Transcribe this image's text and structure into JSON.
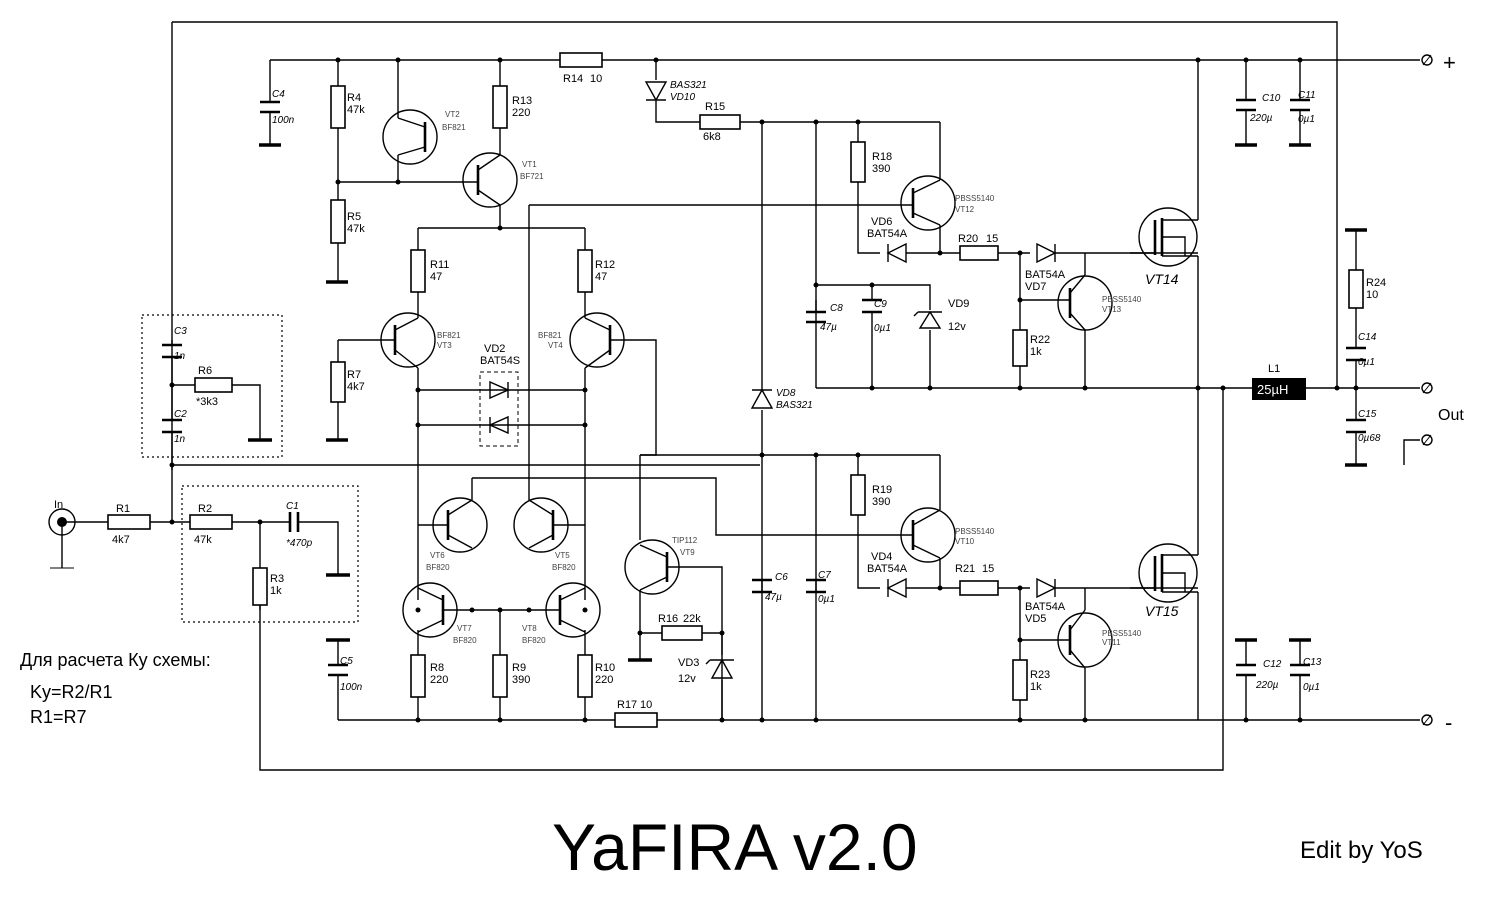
{
  "title": "YaFIRA v2.0",
  "credit": "Edit by YoS",
  "notes": {
    "line1": "Для расчета Ку схемы:",
    "line2": "Ky=R2/R1",
    "line3": "R1=R7"
  },
  "terminals": {
    "plus": "+",
    "minus": "-",
    "out": "Out",
    "in": "In"
  },
  "inductor": {
    "ref": "L1",
    "value": "25µH"
  },
  "components": [
    {
      "ref": "R1",
      "value": "4k7"
    },
    {
      "ref": "R2",
      "value": "47k"
    },
    {
      "ref": "R3",
      "value": "1k"
    },
    {
      "ref": "R4",
      "value": "47k"
    },
    {
      "ref": "R5",
      "value": "47k"
    },
    {
      "ref": "R6",
      "value": "*3k3"
    },
    {
      "ref": "R7",
      "value": "4k7"
    },
    {
      "ref": "R8",
      "value": "220"
    },
    {
      "ref": "R9",
      "value": "390"
    },
    {
      "ref": "R10",
      "value": "220"
    },
    {
      "ref": "R11",
      "value": "47"
    },
    {
      "ref": "R12",
      "value": "47"
    },
    {
      "ref": "R13",
      "value": "220"
    },
    {
      "ref": "R14",
      "value": "10"
    },
    {
      "ref": "R15",
      "value": "6k8"
    },
    {
      "ref": "R16",
      "value": "22k"
    },
    {
      "ref": "R17",
      "value": "10"
    },
    {
      "ref": "R18",
      "value": "390"
    },
    {
      "ref": "R19",
      "value": "390"
    },
    {
      "ref": "R20",
      "value": "15"
    },
    {
      "ref": "R21",
      "value": "15"
    },
    {
      "ref": "R22",
      "value": "1k"
    },
    {
      "ref": "R23",
      "value": "1k"
    },
    {
      "ref": "R24",
      "value": "10"
    },
    {
      "ref": "C1",
      "value": "*470p"
    },
    {
      "ref": "C2",
      "value": "1n"
    },
    {
      "ref": "C3",
      "value": "1n"
    },
    {
      "ref": "C4",
      "value": "100n"
    },
    {
      "ref": "C5",
      "value": "100n"
    },
    {
      "ref": "C6",
      "value": "47µ"
    },
    {
      "ref": "C7",
      "value": "0µ1"
    },
    {
      "ref": "C8",
      "value": "47µ"
    },
    {
      "ref": "C9",
      "value": "0µ1"
    },
    {
      "ref": "C10",
      "value": "220µ"
    },
    {
      "ref": "C11",
      "value": "0µ1"
    },
    {
      "ref": "C12",
      "value": "220µ"
    },
    {
      "ref": "C13",
      "value": "0µ1"
    },
    {
      "ref": "C14",
      "value": "0µ1"
    },
    {
      "ref": "C15",
      "value": "0µ68"
    },
    {
      "ref": "VD2",
      "value": "BAT54S"
    },
    {
      "ref": "VD3",
      "value": "12v"
    },
    {
      "ref": "VD4",
      "value": "BAT54A"
    },
    {
      "ref": "VD5",
      "value": "BAT54A"
    },
    {
      "ref": "VD6",
      "value": "BAT54A"
    },
    {
      "ref": "VD7",
      "value": "BAT54A"
    },
    {
      "ref": "VD8",
      "value": "BAS321"
    },
    {
      "ref": "VD9",
      "value": "12v"
    },
    {
      "ref": "VD10",
      "value": "BAS321"
    },
    {
      "ref": "VT1",
      "value": "BF721"
    },
    {
      "ref": "VT2",
      "value": "BF821"
    },
    {
      "ref": "VT3",
      "value": "BF821"
    },
    {
      "ref": "VT4",
      "value": "BF821"
    },
    {
      "ref": "VT5",
      "value": "BF820"
    },
    {
      "ref": "VT6",
      "value": "BF820"
    },
    {
      "ref": "VT7",
      "value": "BF820"
    },
    {
      "ref": "VT8",
      "value": "BF820"
    },
    {
      "ref": "VT9",
      "value": "TIP112"
    },
    {
      "ref": "VT10",
      "value": "PBSS5140"
    },
    {
      "ref": "VT11",
      "value": "PBSS5140"
    },
    {
      "ref": "VT12",
      "value": "PBSS5140"
    },
    {
      "ref": "VT13",
      "value": "PBSS5140"
    },
    {
      "ref": "VT14",
      "value": ""
    },
    {
      "ref": "VT15",
      "value": ""
    }
  ]
}
